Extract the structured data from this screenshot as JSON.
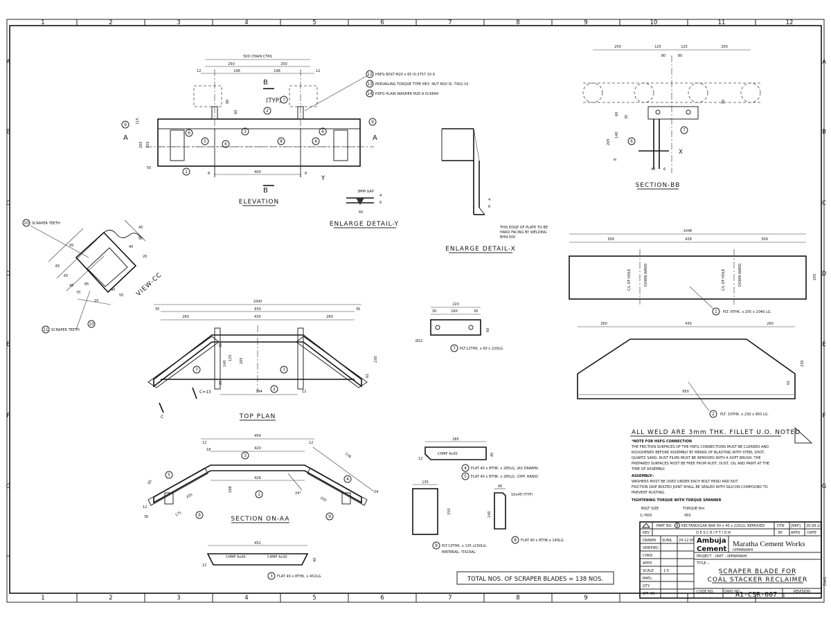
{
  "border": {
    "col_numbers": [
      "1",
      "2",
      "3",
      "4",
      "5",
      "6",
      "7",
      "8",
      "9",
      "10",
      "11",
      "12"
    ],
    "row_letters": [
      "A",
      "B",
      "C",
      "D",
      "E",
      "F",
      "G",
      "H"
    ]
  },
  "views": {
    "elevation": "ELEVATION",
    "section_bb": "SECTION-BB",
    "enlarge_y": "ENLARGE DETAIL-Y",
    "enlarge_x": "ENLARGE DETAIL-X",
    "view_cc": "VIEW-CC",
    "top_plan": "TOP PLAN",
    "section_aa": "SECTION ON-AA"
  },
  "elevation": {
    "dims": {
      "chain_ctrs": "500 CHAIN CTRS",
      "d250a": "250",
      "d250b": "250",
      "d12a": "12",
      "d198a": "198",
      "d198b": "198",
      "d12b": "12",
      "d400": "400",
      "d90": "90",
      "d60": "60",
      "d115": "115",
      "d150": "150",
      "d205": "205",
      "d50": "50",
      "d8a": "8",
      "d8b": "8"
    },
    "typ": "(TYP)",
    "section_letters": {
      "a1": "A",
      "a2": "A",
      "b1": "B",
      "b2": "B",
      "y": "Y"
    },
    "balloons": [
      "9",
      "6",
      "5",
      "6",
      "3",
      "2",
      "7",
      "8",
      "6",
      "4",
      "9",
      "1"
    ],
    "notes": [
      {
        "num": "12",
        "text": "HSFG BOLT M20 x 65 IS:3757 10.9"
      },
      {
        "num": "13",
        "text": "PREVAILING TORQUE TYPE HEX. NUT M20 IS: 7002-10"
      },
      {
        "num": "14",
        "text": "HSFG PLAIN WASHER M20 A IS:6649"
      }
    ]
  },
  "detail_y": {
    "gap": "3MM GAP",
    "d60": "60",
    "d4": "4",
    "d6": "6"
  },
  "detail_x": {
    "d4": "4",
    "d6": "6",
    "note": [
      "THIS EDGE OF PLATE TO BE",
      "HARD FACING BY WELDING",
      "BHN-500"
    ]
  },
  "section_bb": {
    "dims": {
      "d250a": "250",
      "d125a": "125",
      "d125b": "125",
      "d250b": "250",
      "d80a": "80",
      "d80b": "80",
      "d90": "90",
      "d60": "60",
      "d35": "35",
      "d140": "140",
      "d205": "205",
      "d8": "8",
      "d40": "40",
      "d6": "6"
    },
    "x": "X",
    "balloons": [
      "7",
      "6"
    ]
  },
  "plate1": {
    "dims": {
      "total": "1046",
      "a": "309",
      "b": "428",
      "c": "309",
      "h": "205"
    },
    "cl_text": "C/L OF HOLE",
    "down_ward": "DOWN WARD",
    "label": "PLT. 6THK. x 205 x 1046 LG.",
    "num": "1"
  },
  "plate2": {
    "dims": {
      "a": "260",
      "b": "430",
      "c": "260",
      "total": "950",
      "h": "230",
      "h2": "61"
    },
    "label": "PLT. 10THK. x 230 x 950 LG.",
    "num": "2"
  },
  "plate7": {
    "dims": {
      "w": "220",
      "a": "30",
      "b": "160",
      "c": "30",
      "h": "60",
      "hole": "Ø22"
    },
    "label": "PLT.12THK. x 60 x 220LG.",
    "num": "7"
  },
  "view_cc": {
    "callouts": [
      {
        "num": "10",
        "text": "SCRAPER TEETH"
      },
      {
        "num": "11",
        "text": "SCRAPER TEETH"
      }
    ],
    "dims": [
      "65",
      "95",
      "65",
      "45",
      "70",
      "85",
      "45",
      "50",
      "20",
      "40",
      "40",
      "55",
      "10"
    ],
    "balloon": "10"
  },
  "top_plan": {
    "dims": {
      "total": "1000",
      "d35a": "35",
      "d930": "930",
      "d35b": "35",
      "d260": "260",
      "d430": "430",
      "d260b": "260",
      "d394": "394",
      "d12": "12",
      "d230": "230",
      "d61": "61",
      "d140": "140",
      "d125": "125",
      "d205": "205",
      "d30": "30",
      "d25": "25"
    },
    "c_marks": {
      "c1": "C=13",
      "c2": "C"
    },
    "balloons": [
      "7",
      "7",
      "2"
    ]
  },
  "section_aa": {
    "dims": {
      "d454": "454",
      "d12a": "12",
      "d12b": "12",
      "d18": "18",
      "d420": "420",
      "d426": "426",
      "d188": "188",
      "d236": "236",
      "d24": "24",
      "d85": "85",
      "d205a": "205",
      "d205b": "205",
      "d12c": "12",
      "d175": "175",
      "d30": "30",
      "angle": "24°"
    },
    "balloons": [
      "3",
      "5",
      "1",
      "9",
      "4",
      "9"
    ]
  },
  "flat45": {
    "dims": {
      "w": "285",
      "h": "40",
      "t": "12"
    },
    "chmf": "CHMF 4x30",
    "lines": [
      {
        "num": "4",
        "text": "FLAT 40 x 8THK. x 285LG. (AS DRAWN)"
      },
      {
        "num": "5",
        "text": "FLAT 40 x 8THK. x 285LG. (OPP. HAND)"
      }
    ]
  },
  "flat3": {
    "dims": {
      "w": "452",
      "t": "12",
      "h": "40"
    },
    "chmf1": "CHMF 4x30",
    "chmf2": "CHMF 4x30",
    "label": "FLAT 40 x 8THK. x 452LG.",
    "num": "3"
  },
  "plate9": {
    "dims": {
      "w": "135",
      "h": "150"
    },
    "lines": [
      "PLT.10THK. x 135 x150LG.",
      "MATERIAL: TISCRAL"
    ],
    "num": "9"
  },
  "flat8": {
    "dims": {
      "w": "40",
      "h": "140"
    },
    "chmf": "10x45°(TYP)",
    "label": "FLAT 40 x 8THK.x 140LG.",
    "num": "8"
  },
  "weld_note": "ALL WELD ARE 3mm THK. FILLET U.O. NOTED",
  "hsfg_note": {
    "title": "*NOTE FOR HSFG CONNECTION",
    "lines": [
      "THE FRICTION SURFACES OF THE HSFG CONNECTIONS MUST BE CLEANED AND",
      "ROUGHENED BEFORE ASSEMBLY BY MEANS OF BLASTING WITH STEEL SHOT,",
      "QUARTZ SAND, RUST FILMS MUST BE REMOVED WITH A SOFT BRUSH. THE",
      "PREPARED SURFACES MUST BE FREE FROM RUST, DUST, OIL AND PAINT AT THE",
      "TIME OF ASSEMBLY."
    ],
    "assembly_title": "ASSEMBLY:-",
    "assembly_lines": [
      "WASHERS MUST BE USED UNDER EACH BOLT HEAD AND NUT.",
      "FRICTION GRIP BOLTED JOINT SHALL BE SEALED WITH SILICON COMPOUND TO",
      "PREVENT RUSTING."
    ],
    "torque_title": "TIGHTENING TORQUE WITH TORQUE SPANNER",
    "bolt_size_head": "BOLT SIZE",
    "torque_head": "TORQUE-Nm",
    "bolt_size": "1)  M20",
    "torque_val": "450"
  },
  "title_block": {
    "rev_symbol": "1",
    "rev_desc": "PART NO.",
    "rev_desc_num": "8",
    "rev_desc_rest": "RECTANGULAR BAR 50 x 40 x 220LG. REMOVED",
    "rev_by": "DTN",
    "rev_appd": "[NKP]",
    "rev_date": "29.09.10",
    "rev_head": "REV",
    "desc_head": "D E S C R I P T I O N",
    "by_head": "BY",
    "appd_head": "APPD",
    "date_head": "DATE",
    "drawn": "DRAWN",
    "drawn_by": "SUNIL",
    "drawn_date": "24.12.05",
    "verified": "VERIFIED",
    "chkd": "CHKD",
    "appd": "APPD",
    "scale": "SCALE",
    "scale_val": "1:5",
    "matl": "MATL.",
    "qty": "QTY.",
    "wt": "WT. KG",
    "logo_top": "Ambuja",
    "logo_bottom": "Cement",
    "company": "Maratha Cement Works",
    "location": "UPPARWAHI",
    "project": "PROJECT : UNIT - UPPARWAHI",
    "title_label": "TITLE :-",
    "title_line1": "SCRAPER BLADE FOR",
    "title_line2": "COAL STACKER RECLAIMER",
    "code_no": "CODE NO.",
    "dwg_no_label": "DWG NO.",
    "dwg_no": "A1-CSR-007",
    "revision": "REVISION",
    "rev_no": "1",
    "dwg_side": "DWG"
  },
  "total_note": "TOTAL NOS. OF SCRAPER BLADES = 138 NOS."
}
